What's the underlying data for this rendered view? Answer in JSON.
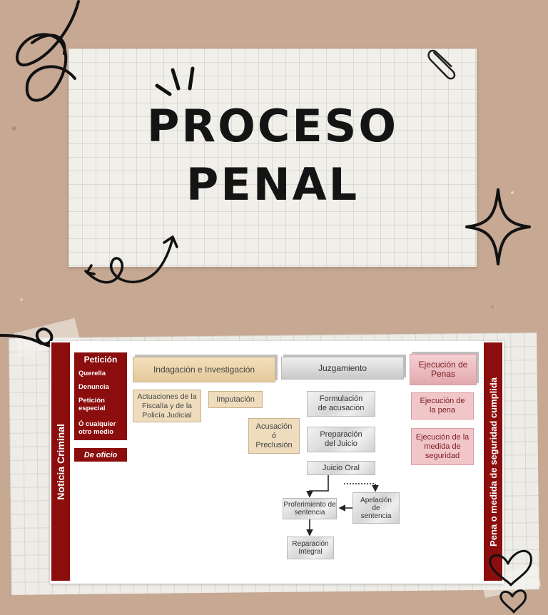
{
  "title": {
    "line1": "PROCESO",
    "line2": "PENAL"
  },
  "left_bar": {
    "label": "Noticia Criminal"
  },
  "right_bar": {
    "label": "Pena o medida de seguridad cumplida"
  },
  "peticion": {
    "title": "Petición",
    "items": [
      "Querella",
      "Denuncia",
      "Petición especial",
      "Ó cualquier otro medio"
    ]
  },
  "de_oficio": "De oficio",
  "stages": {
    "indagacion": "Indagación e Investigación",
    "juzgamiento": "Juzgamiento",
    "ejecucion": "Ejecución de Penas"
  },
  "boxes": {
    "actuaciones": "Actuaciones de la Fiscalía y de la Policía Judicial",
    "imputacion": "Imputación",
    "acusacion": "Acusación ó Preclusión",
    "formulacion": "Formulación de acusación",
    "preparacion": "Preparación del Juicio",
    "juicio_oral": "Juicio Oral",
    "proferimiento": "Proferimiento de sentencia",
    "apelacion": "Apelación de sentencia",
    "reparacion": "Reparación Integral",
    "ejecucion_pena": "Ejecución de la pena",
    "ejecucion_medida": "Ejecución de la medida de seguridad"
  },
  "colors": {
    "background": "#c6a893",
    "dark_red": "#8b0d0d",
    "tan": "#eedcbd",
    "pink": "#f1c6c9"
  },
  "icons": [
    "loop-doodle",
    "paperclip-icon",
    "sparkle-doodle",
    "arrow-doodle",
    "heart-doodle"
  ]
}
